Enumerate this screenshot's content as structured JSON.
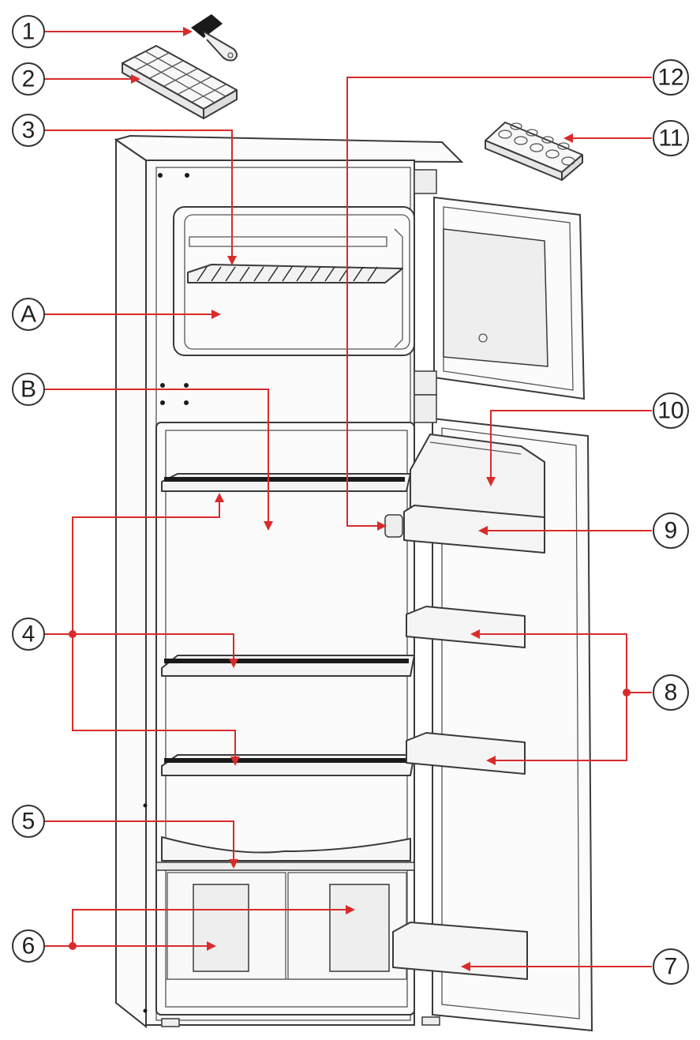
{
  "labels": {
    "c1": "1",
    "c2": "2",
    "c3": "3",
    "cA": "A",
    "cB": "B",
    "c4": "4",
    "c5": "5",
    "c6": "6",
    "c7": "7",
    "c8": "8",
    "c9": "9",
    "c10": "10",
    "c11": "11",
    "c12": "12"
  },
  "colors": {
    "leader": "#d92b2b",
    "outline": "#3a3a3a"
  }
}
